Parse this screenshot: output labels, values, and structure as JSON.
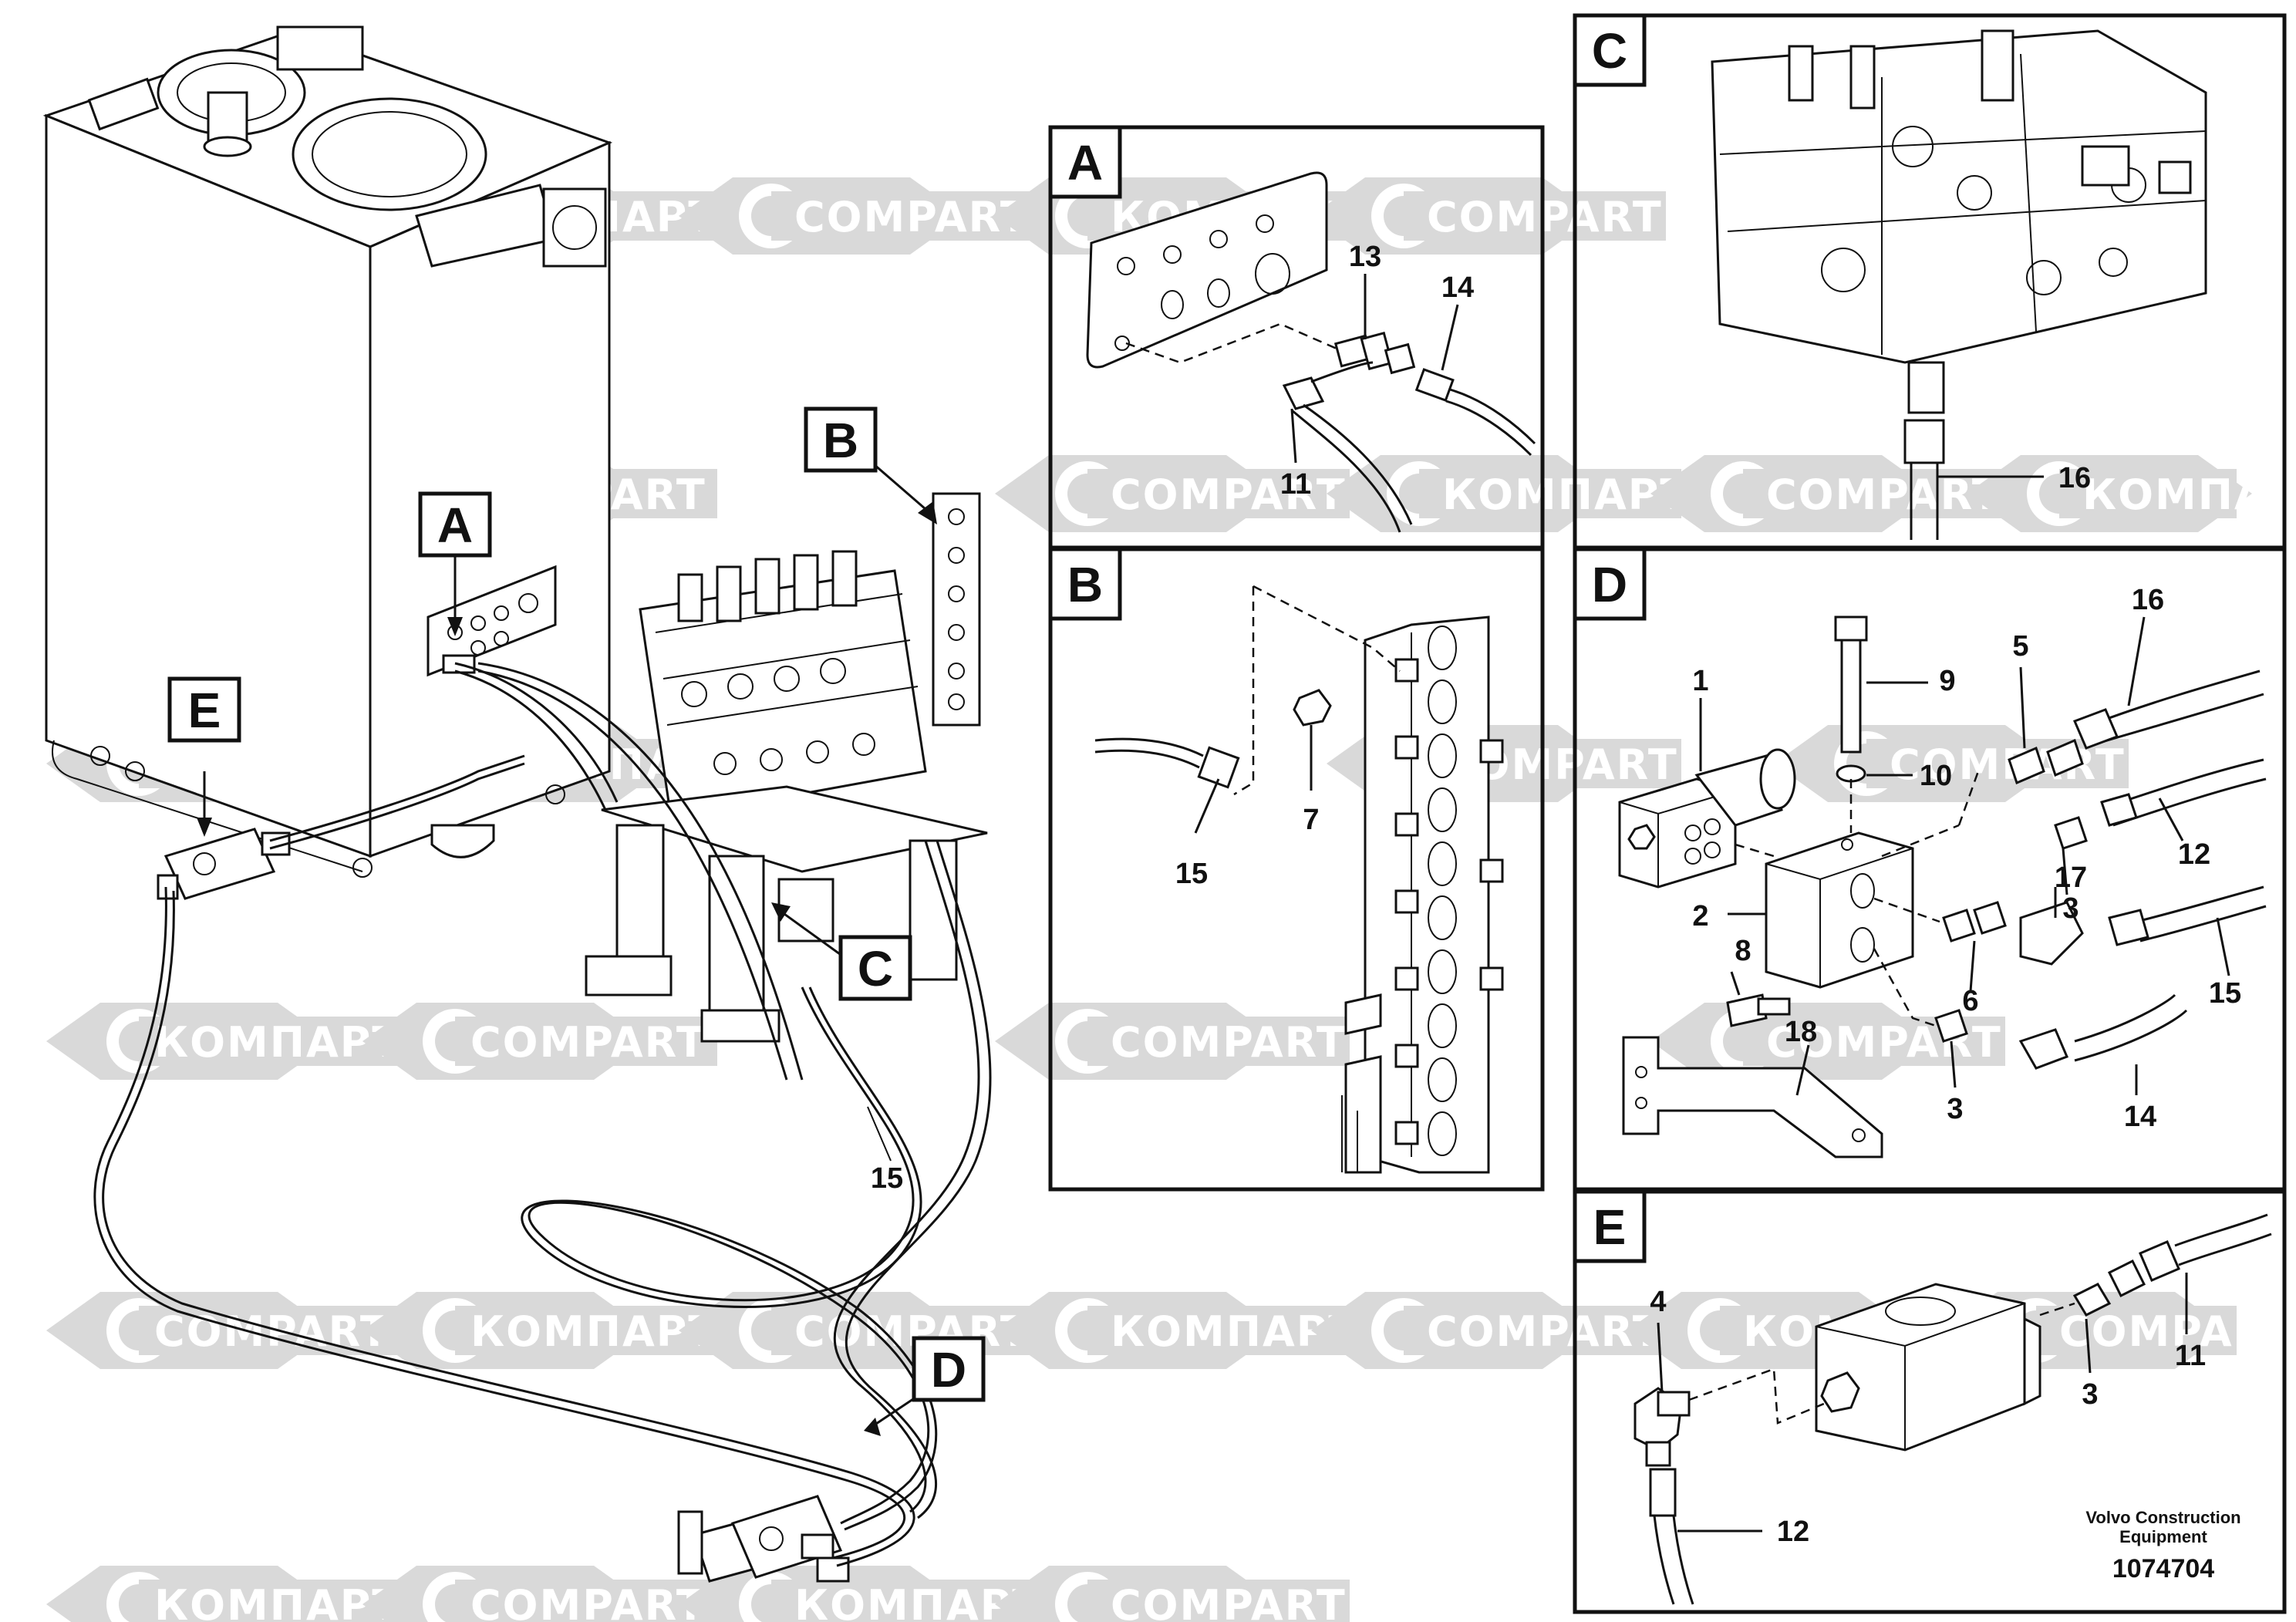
{
  "watermarks": {
    "latin": "COMPART",
    "cyrillic": "КОМПАРТ"
  },
  "overview_tags": [
    "A",
    "B",
    "C",
    "D",
    "E"
  ],
  "detail_panels": {
    "A": {
      "letter": "A",
      "callouts": [
        "13",
        "14",
        "11"
      ]
    },
    "B": {
      "letter": "B",
      "callouts": [
        "7",
        "15"
      ]
    },
    "C": {
      "letter": "C",
      "callouts": [
        "16"
      ]
    },
    "D": {
      "letter": "D",
      "callouts": [
        "1",
        "9",
        "5",
        "16",
        "10",
        "12",
        "3",
        "17",
        "2",
        "8",
        "6",
        "15",
        "18",
        "3",
        "14"
      ]
    },
    "E": {
      "letter": "E",
      "callouts": [
        "4",
        "3",
        "11",
        "12"
      ]
    }
  },
  "main_callouts": [
    "15"
  ],
  "footer": {
    "company_line1": "Volvo Construction",
    "company_line2": "Equipment",
    "drawing_number": "1074704"
  },
  "colors": {
    "watermark_fill": "#d9d9d9",
    "line": "#111111",
    "background": "#ffffff"
  }
}
